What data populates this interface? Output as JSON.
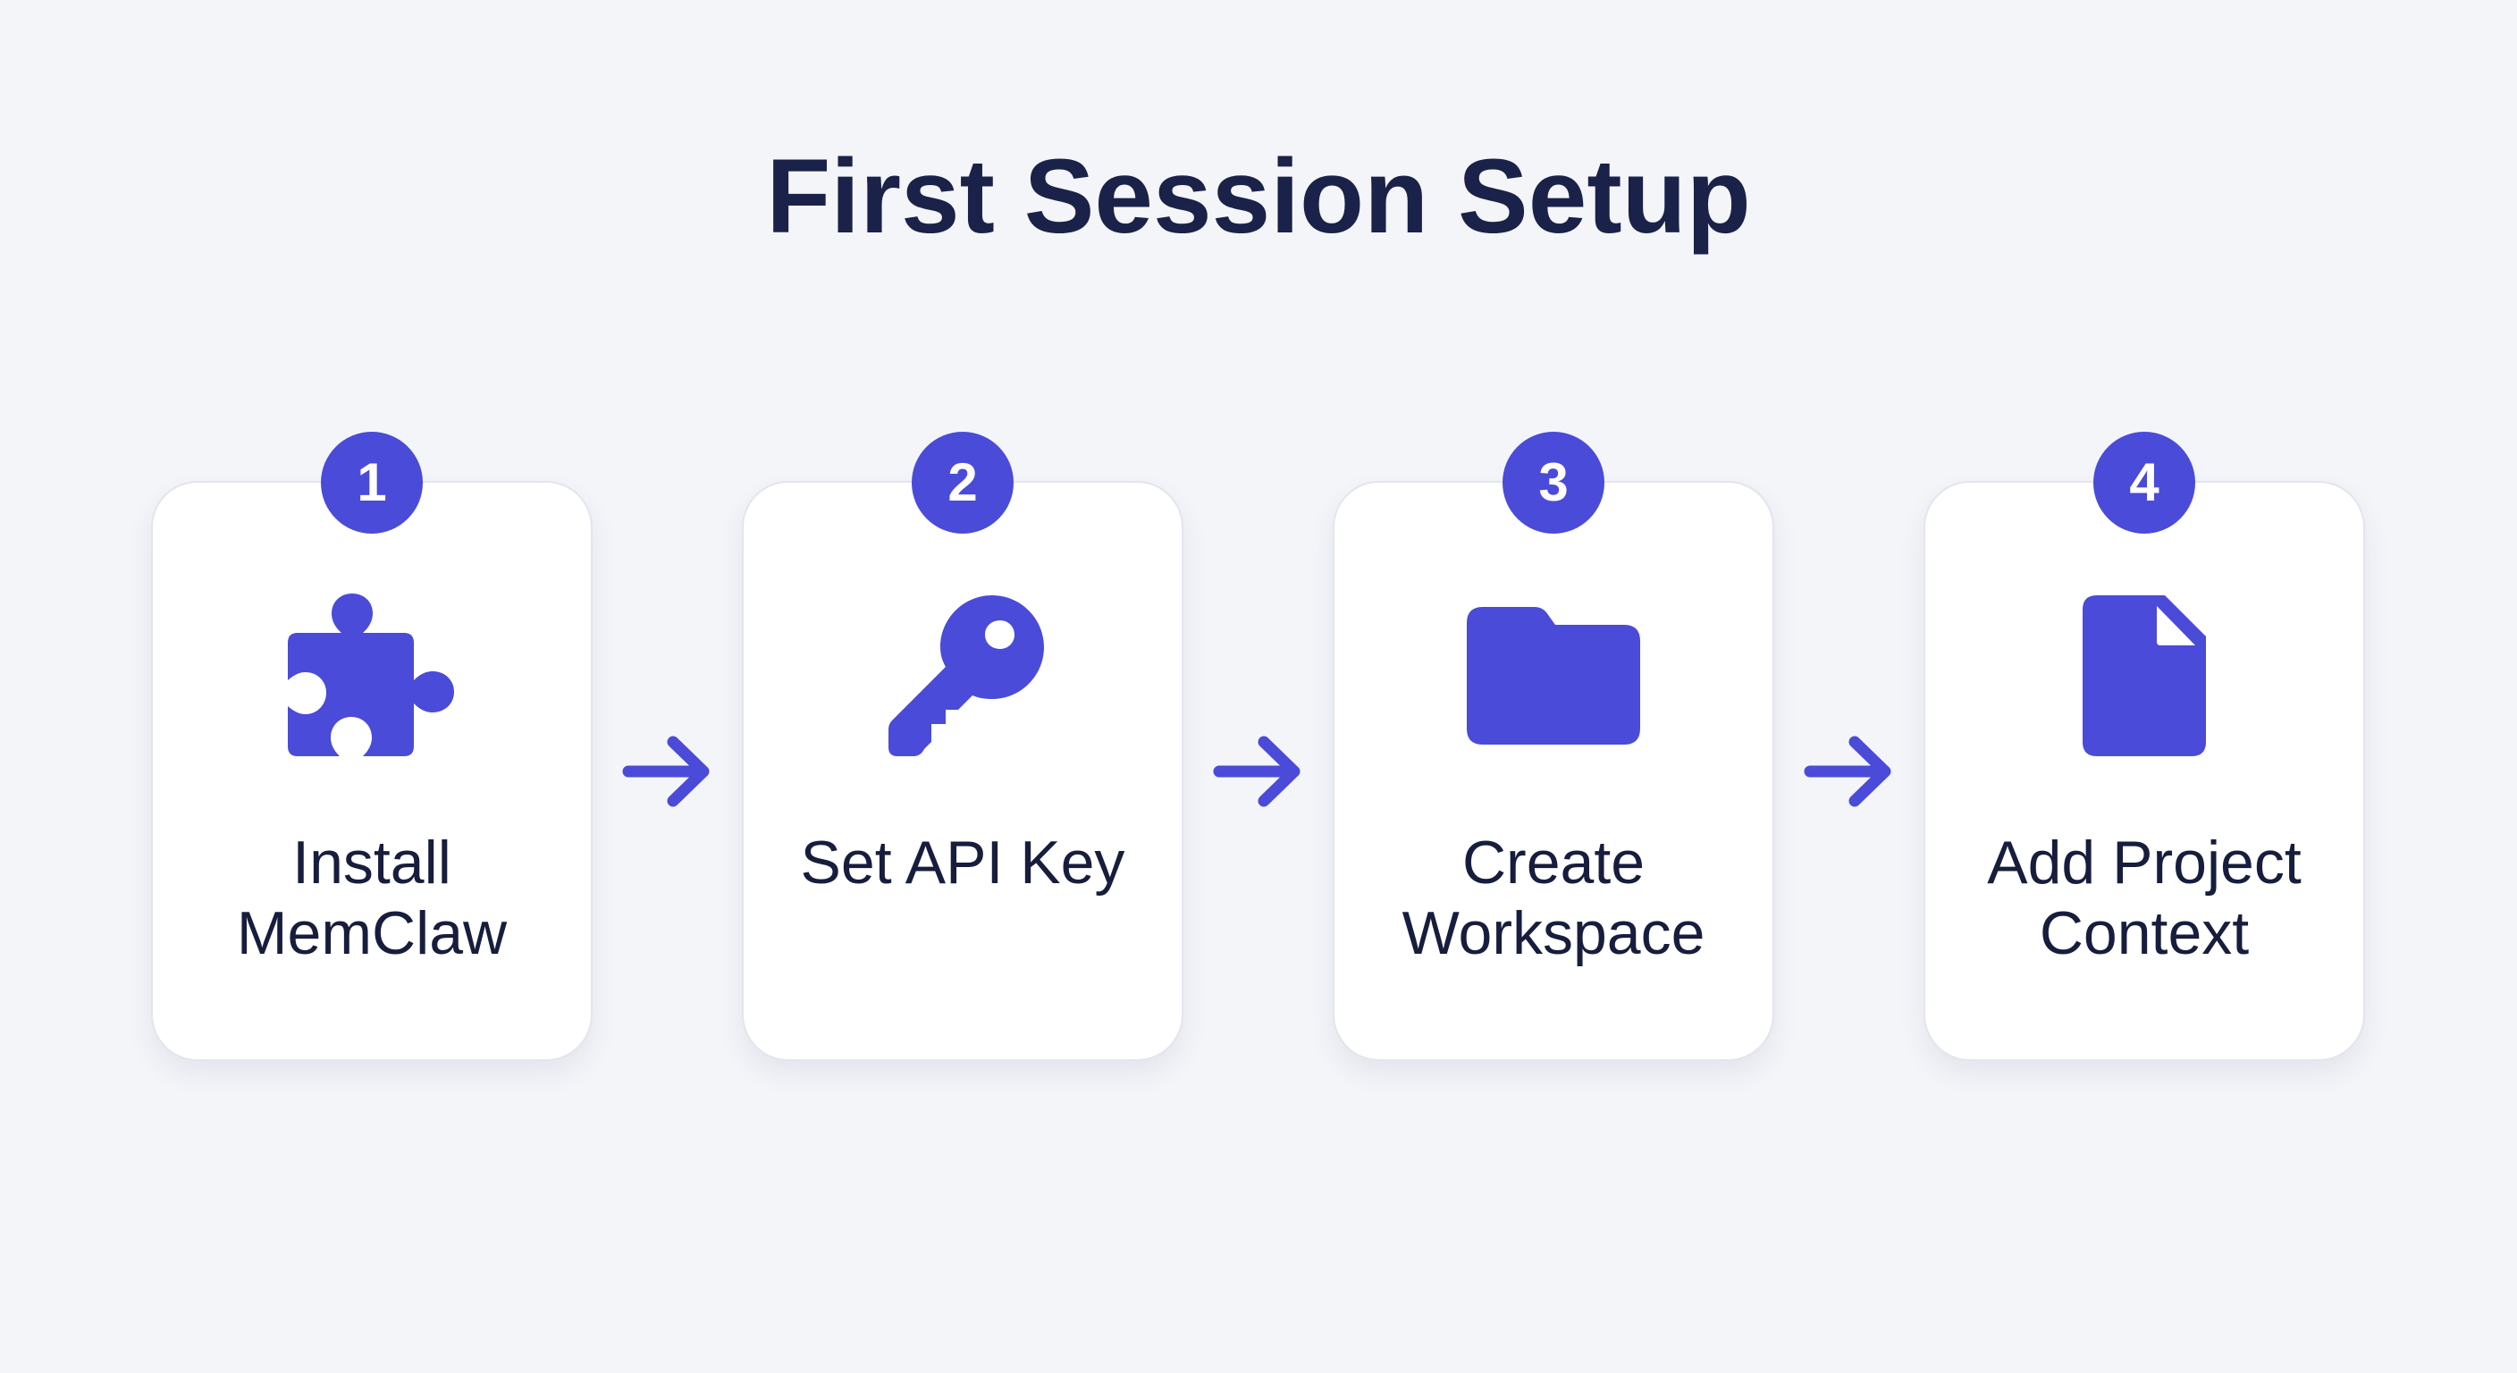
{
  "title": "First Session Setup",
  "colors": {
    "accent": "#4a4bd8",
    "title_text": "#1a2249",
    "label_text": "#171d3d",
    "background": "#f4f5f9",
    "card": "#ffffff"
  },
  "steps": [
    {
      "number": "1",
      "icon": "puzzle-piece-icon",
      "label": "Install\nMemClaw"
    },
    {
      "number": "2",
      "icon": "key-icon",
      "label": "Set API Key"
    },
    {
      "number": "3",
      "icon": "folder-icon",
      "label": "Create\nWorkspace"
    },
    {
      "number": "4",
      "icon": "document-icon",
      "label": "Add Project\nContext"
    }
  ],
  "connectors": [
    {
      "icon": "arrow-right-icon"
    },
    {
      "icon": "arrow-right-icon"
    },
    {
      "icon": "arrow-right-icon"
    }
  ]
}
